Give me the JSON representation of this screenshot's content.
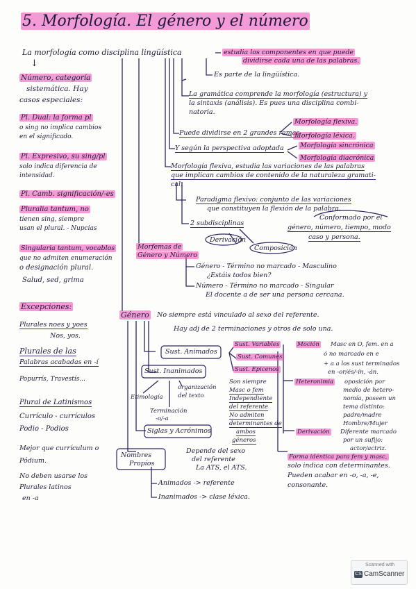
{
  "title": "5. Morfología. El género y el número",
  "main": {
    "intro": "La morfología como disciplina lingüística",
    "estudia": "estudia los componentes en que puede",
    "estudia2": "dividirse cada una de las palabras.",
    "parte": "Es parte de la lingüística.",
    "gramatica": "La gramática comprende la morfología (estructura) y",
    "gramatica2": "la sintaxis (análisis). Es pues una disciplina combi-",
    "gramatica3": "natoria.",
    "divid": "Puede dividirse en 2 grandes ramas",
    "flex": "Morfología flexiva.",
    "lex": "Morfología léxica.",
    "persp": "Y según la perspectiva adoptada",
    "sincr": "Morfología sincrónica",
    "diacr": "Morfología diacrónica",
    "mflex": "Morfología flexiva, estudia las variaciones de las palabras",
    "mflex2": "que implican cambios de contenido de la naturaleza gramati-",
    "mflex3": "cal.",
    "paradigma": "Paradigma flexivo: conjunto de las variaciones",
    "paradigma2": "que constituyen la flexión de la palabra.",
    "conformado": "Conformado por el",
    "conformado2": "género, número, tiempo, modo",
    "conformado3": "caso y persona.",
    "subdisc": "2 subdisciplinas",
    "derivacion": "Derivación",
    "composicion": "Composición",
    "morfemas": "Morfemas de",
    "morfemas2": "Género y Número",
    "genero_line": "Género - Término no marcado - Masculino",
    "genero_line2": "¿Estáis todos bien?",
    "numero_line": "Número - Término no marcado - Singular",
    "numero_line2": "El docente a de ser una persona cercana.",
    "genero": "Género",
    "nosiempre": "No siempre está vinculado al sexo del referente.",
    "hayadj": "Hay adj de 2 terminaciones y otros de solo una.",
    "sustanim": "Sust. Animados",
    "sustinan": "Sust. Inanimados",
    "etimologia": "Etimología",
    "terminacion": "Terminación",
    "terminacion2": "-o/-a",
    "organizacion": "organización",
    "organizacion2": "del texto",
    "siglas": "Siglas y Acrónimos",
    "nombres": "Nombres",
    "nombres2": "Propios",
    "depende": "Depende del sexo",
    "depende2": "del referente",
    "depende3": "La ATS, el ATS.",
    "animados": "Animados -> referente",
    "inanimados": "Inanimados -> clase léxica.",
    "variables": "Sust. Variables",
    "comunes": "Sust. Comunes",
    "epicenos": "Sust. Epicenos",
    "moción": "Moción",
    "mocion1": "Masc en O, fem. en a",
    "mocion2": "ó no marcado en e",
    "mocion3": "+ a a los sust terminados",
    "mocion4": "en -or/és/-ín, -án.",
    "siempre": "Son siempre",
    "siempre2": "Masc o fem",
    "siempre3": "Independiente",
    "siempre4": "del referente",
    "siempre5": "No admiten",
    "siempre6": "determinantes de",
    "siempre7": "ambos",
    "siempre8": "géneros",
    "heteronimia": "Heteronimia",
    "hetero2": "oposición por",
    "hetero3": "medio de hetero-",
    "hetero4": "nomía, poseen un",
    "hetero5": "tema distinto:",
    "hetero6": "padre/madre",
    "hetero7": "Hombre/Mujer",
    "derivacion2": "Derivación",
    "deriv2": "Diferente marcado",
    "deriv3": "por un sufijo:",
    "deriv4": "actor/actriz.",
    "forma": "Forma idéntica para fem y masc,",
    "forma2": "solo indica con determinantes.",
    "forma3": "Pueden acabar en -o, -a, -e,",
    "forma4": "consonante."
  },
  "side": {
    "numero": "Número, categoría",
    "numero2": "sistemática. Hay",
    "numero3": "casos especiales:",
    "dualea": "Pl. Dual: la forma pl",
    "dualeb": "o sing no implica cambios",
    "dualec": "en el significado.",
    "expresivo": "Pl. Expresivo, su sing/pl",
    "expresivo2": "solo indica diferencia de",
    "expresivo3": "intensidad.",
    "camb": "Pl. Camb. significación/-es",
    "plurtantum": "Pluralia tantum, no",
    "plurtantum2": "tienen sing, siempre",
    "plurtantum3": "usan el plural. - Nupcias",
    "singtantum": "Singularia tantum, vocablos",
    "singtantum2": "que no admiten enumeración",
    "singtantum3": "o designación plural.",
    "singtantum4": "Salud, sed, grima",
    "excepciones": "Excepciones:",
    "ex1": "Plurales noes y yoes",
    "ex2": "Nos, yos.",
    "ex3": "Plurales de las",
    "ex4": "Palabras acabadas en -í",
    "ex5": "Popurrís, Travestís...",
    "ex6": "Plural de Latinismos",
    "ex7": "Currículo - currículos",
    "ex8": "Podio - Podios",
    "ex9": "Mejor que currículum o",
    "ex10": "Pódium.",
    "ex11": "No deben usarse los",
    "ex12": "Plurales latinos",
    "ex13": "en -a"
  },
  "scanner": {
    "line1": "Scanned with",
    "line2": "CamScanner"
  }
}
